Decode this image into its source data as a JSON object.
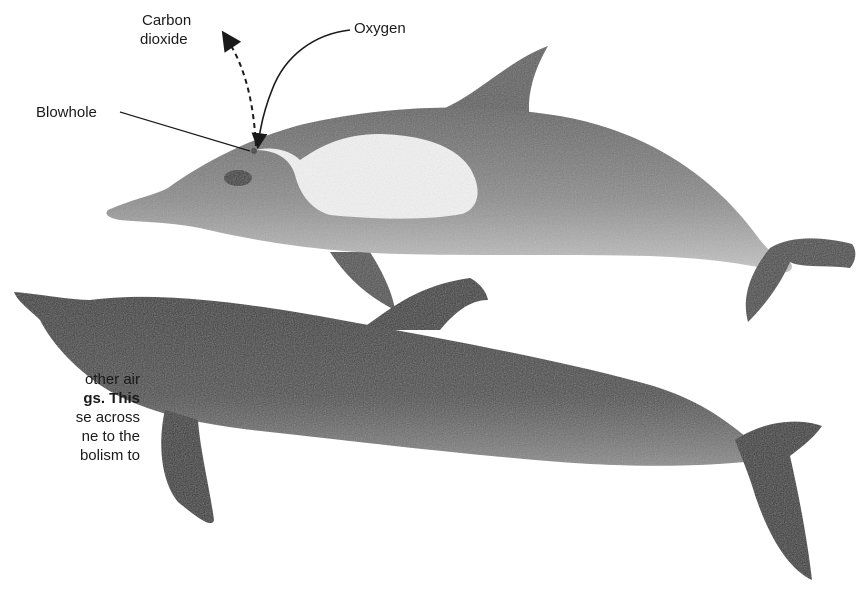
{
  "labels": {
    "carbon_dioxide_line1": "Carbon",
    "carbon_dioxide_line2": "dioxide",
    "oxygen": "Oxygen",
    "blowhole": "Blowhole"
  },
  "caption_fragments": [
    "other air",
    "gs. This",
    "se across",
    "ne to the",
    "bolism to"
  ],
  "colors": {
    "ink": "#1a1a1a",
    "upper_dolphin": "#7a7a7a",
    "lower_dolphin": "#3a3a3a",
    "lung": "#f4f4f4"
  }
}
